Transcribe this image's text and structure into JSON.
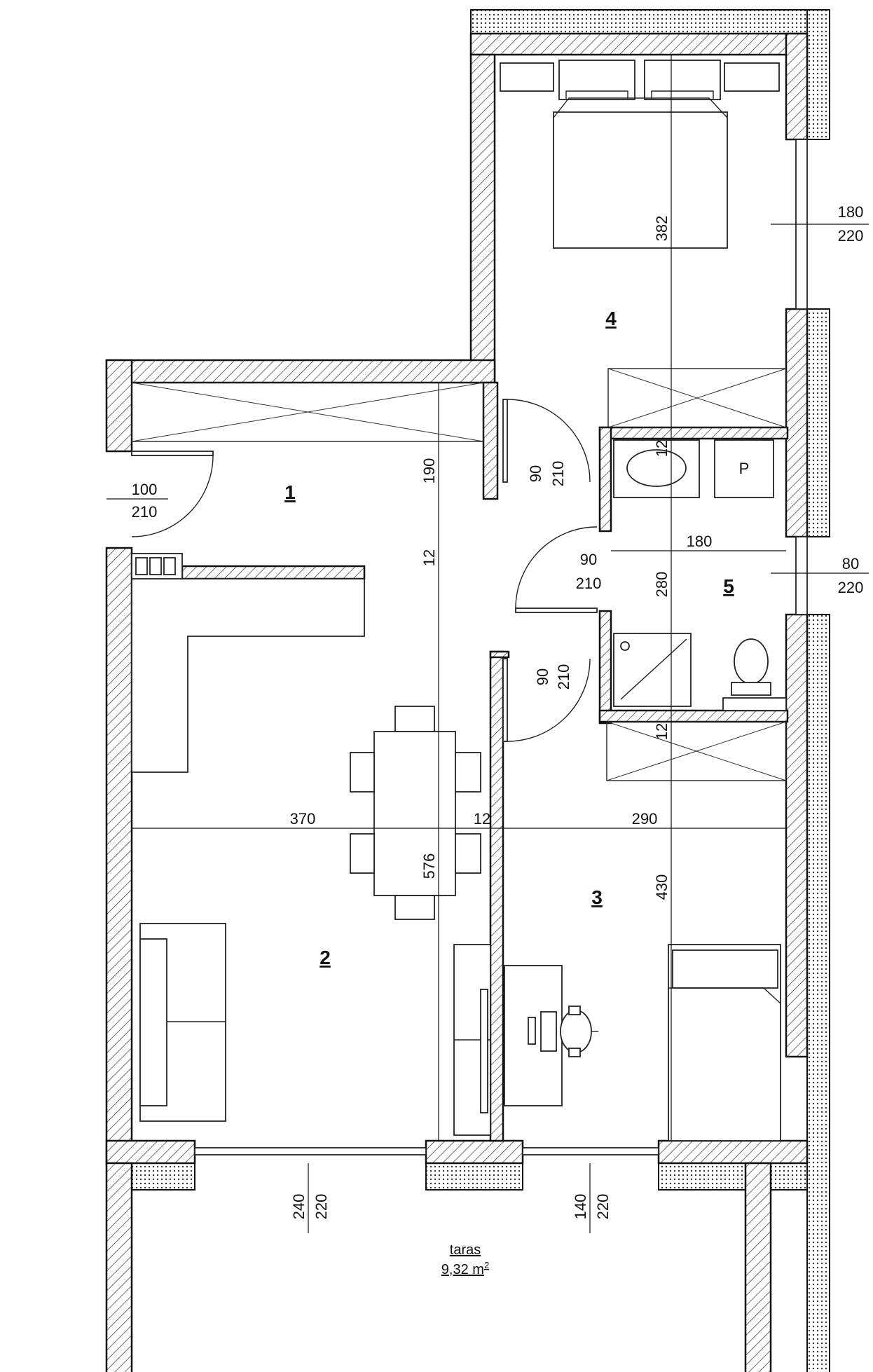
{
  "plan": {
    "rooms": [
      {
        "id": "1",
        "label": "1"
      },
      {
        "id": "2",
        "label": "2"
      },
      {
        "id": "3",
        "label": "3"
      },
      {
        "id": "4",
        "label": "4"
      },
      {
        "id": "5",
        "label": "5"
      }
    ],
    "openings": {
      "entry_door": {
        "width": "100",
        "height": "210"
      },
      "bedroom_door": {
        "width": "90",
        "height": "210"
      },
      "bath_door": {
        "width": "90",
        "height": "210"
      },
      "room3_door": {
        "width": "90",
        "height": "210"
      },
      "bedroom_window": {
        "width": "180",
        "height": "220"
      },
      "bath_window": {
        "width": "80",
        "height": "220"
      },
      "living_window": {
        "width": "240",
        "height": "220"
      },
      "room3_window": {
        "width": "140",
        "height": "220"
      }
    },
    "dimensions": {
      "hall_depth": "190",
      "wall_hall": "12",
      "bedroom_depth": "382",
      "bath_top_wall": "12",
      "bath_width": "180",
      "bath_depth": "280",
      "bath_bottom_wall": "12",
      "living_width": "370",
      "partition": "12",
      "room3_width": "290",
      "living_depth": "576",
      "room3_depth": "430"
    },
    "fixtures": {
      "boiler_label": "P"
    },
    "terrace": {
      "label": "taras",
      "area_value": "9,32 m",
      "area_sup": "2"
    }
  }
}
